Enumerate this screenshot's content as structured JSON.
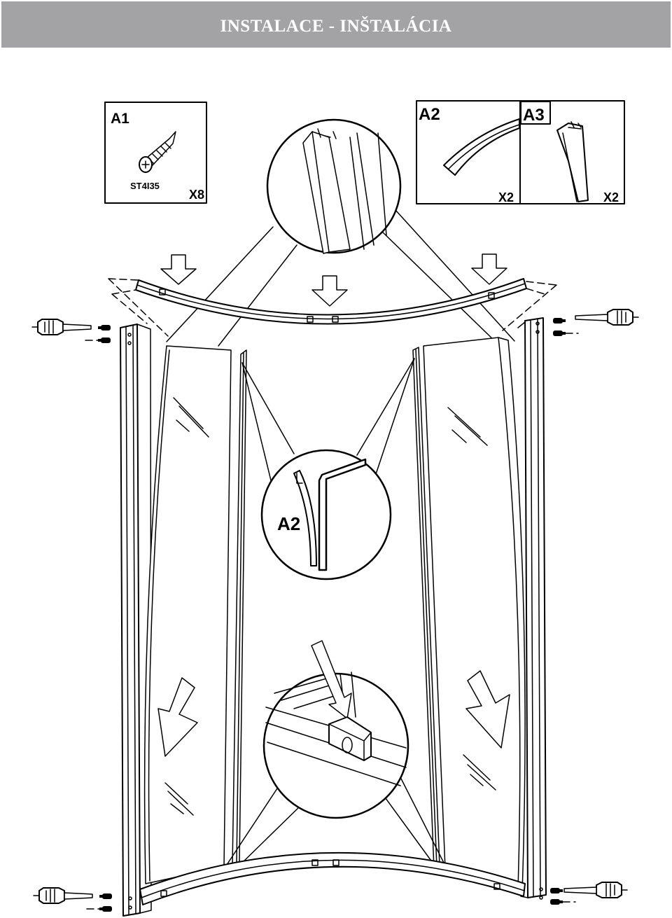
{
  "header": {
    "title": "INSTALACE - INŠTALÁCIA"
  },
  "colors": {
    "header_bg": "#a3a3a5",
    "header_text": "#ffffff",
    "line": "#000000"
  },
  "parts": {
    "a1": {
      "label": "A1",
      "code": "ST4I35",
      "quantity": "X8"
    },
    "a2": {
      "label": "A2",
      "quantity": "X2"
    },
    "a3": {
      "label": "A3",
      "quantity": "X2"
    }
  },
  "callout_seal": {
    "label": "A2"
  },
  "icons": [
    "screwdriver-icon",
    "screw-icon",
    "arrow-down-icon",
    "magnifier-callout"
  ]
}
